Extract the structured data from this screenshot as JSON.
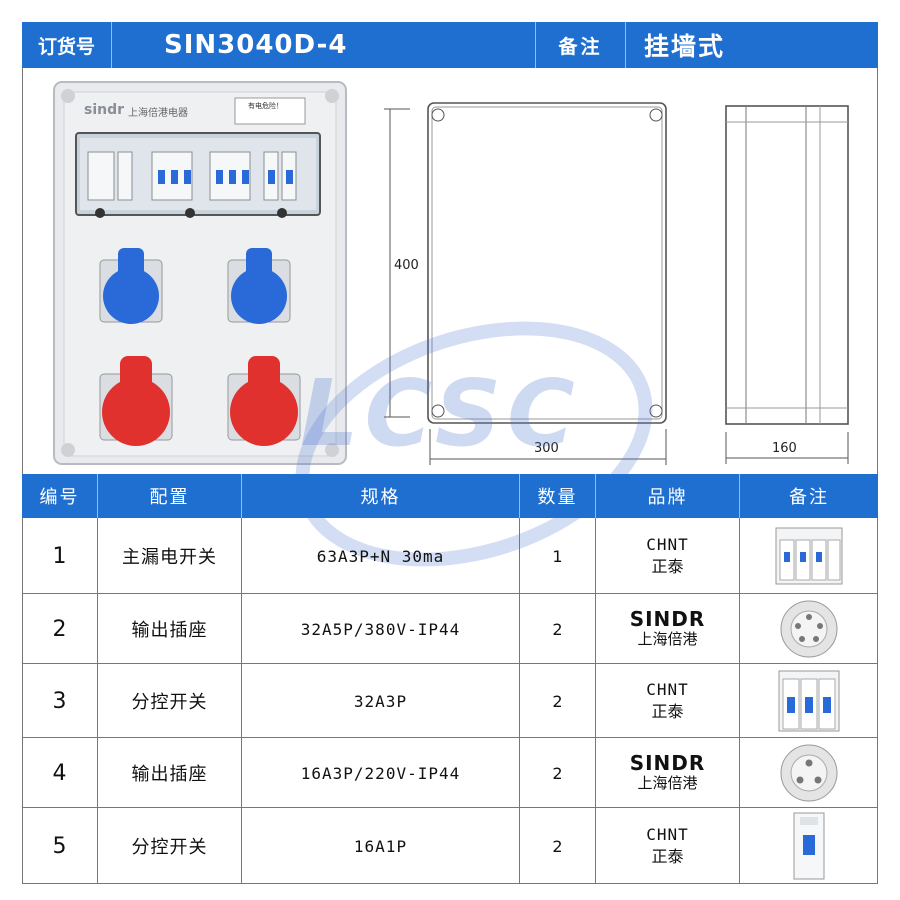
{
  "header": {
    "order_label": "订货号",
    "order_value": "SIN3040D-4",
    "note_label": "备注",
    "note_value": "挂墙式"
  },
  "product": {
    "logo_text": "sindr",
    "logo_company": "上海倍港电器",
    "warning_title": "有电危险！"
  },
  "dimensions": {
    "height": "400",
    "width": "300",
    "depth": "160"
  },
  "watermark": "LCSC",
  "table": {
    "headers": [
      "编号",
      "配置",
      "规格",
      "数量",
      "品牌",
      "备注"
    ],
    "rows": [
      {
        "no": "1",
        "config": "主漏电开关",
        "spec": "63A3P+N 30ma",
        "qty": "1",
        "brand_line1": "CHNT",
        "brand_line2": "正泰",
        "thumb": "rcd-breaker-4p"
      },
      {
        "no": "2",
        "config": "输出插座",
        "spec": "32A5P/380V-IP44",
        "qty": "2",
        "brand_line1": "SINDR",
        "brand_line2": "上海倍港",
        "thumb": "socket-5pin"
      },
      {
        "no": "3",
        "config": "分控开关",
        "spec": "32A3P",
        "qty": "2",
        "brand_line1": "CHNT",
        "brand_line2": "正泰",
        "thumb": "mcb-3p"
      },
      {
        "no": "4",
        "config": "输出插座",
        "spec": "16A3P/220V-IP44",
        "qty": "2",
        "brand_line1": "SINDR",
        "brand_line2": "上海倍港",
        "thumb": "socket-3pin"
      },
      {
        "no": "5",
        "config": "分控开关",
        "spec": "16A1P",
        "qty": "2",
        "brand_line1": "CHNT",
        "brand_line2": "正泰",
        "thumb": "mcb-1p"
      }
    ]
  },
  "colors": {
    "header_blue": "#1f6fd0",
    "socket_blue": "#2a6ad8",
    "socket_red": "#e0312f"
  }
}
